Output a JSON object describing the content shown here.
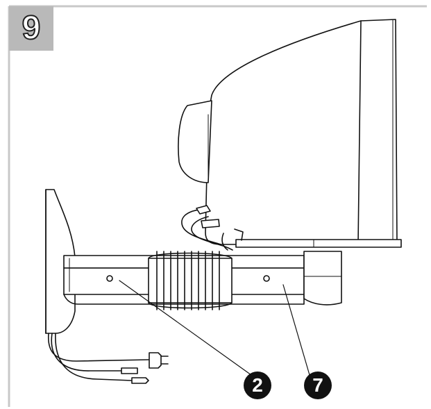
{
  "step": {
    "number": "9"
  },
  "callouts": [
    {
      "label": "2",
      "part": "arm"
    },
    {
      "label": "7",
      "part": "mounting-bracket"
    }
  ],
  "colors": {
    "frame": "#c8c8c8",
    "badge": "#b9b9b9",
    "line": "#111111"
  }
}
